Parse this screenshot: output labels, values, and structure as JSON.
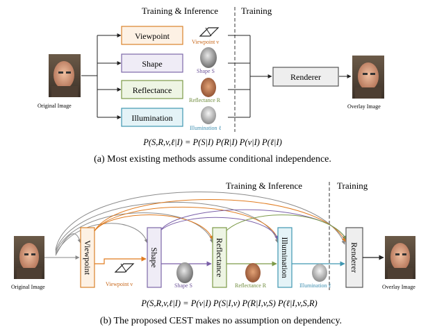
{
  "top": {
    "header_left": "Training & Inference",
    "header_right": "Training",
    "input_label": "Original Image",
    "boxes": [
      {
        "label": "Viewpoint",
        "caption": "Viewpoint v"
      },
      {
        "label": "Shape",
        "caption": "Shape S"
      },
      {
        "label": "Reflectance",
        "caption": "Reflectance R"
      },
      {
        "label": "Illumination",
        "caption": "Illumination ℓ"
      }
    ],
    "renderer": "Renderer",
    "output_label": "Overlay Image",
    "formula": "P(S,R,v,ℓ|I) = P(S|I) P(R|I) P(v|I) P(ℓ|I)",
    "caption": "(a) Most existing methods assume conditional independence."
  },
  "bottom": {
    "header_left": "Training & Inference",
    "header_right": "Training",
    "input_label": "Original Image",
    "boxes": [
      {
        "label": "Viewpoint",
        "caption": "Viewpoint v"
      },
      {
        "label": "Shape",
        "caption": "Shape S"
      },
      {
        "label": "Reflectance",
        "caption": "Reflectance R"
      },
      {
        "label": "Illumination",
        "caption": "Illumination ℓ"
      }
    ],
    "renderer": "Renderer",
    "output_label": "Overlay Image",
    "formula": "P(S,R,v,ℓ|I) = P(v|I) P(S|I,v) P(R|I,v,S) P(ℓ|I,v,S,R)",
    "caption": "(b) The proposed CEST makes no assumption on dependency."
  },
  "colors": {
    "viewpoint_fill": "#fdf1e4",
    "viewpoint_stroke": "#d9822b",
    "viewpoint_text": "#c8671a",
    "shape_fill": "#efecf6",
    "shape_stroke": "#7d68a8",
    "shape_text": "#6e559a",
    "reflectance_fill": "#eef5e4",
    "reflectance_stroke": "#7c9a48",
    "reflectance_text": "#6d8a3a",
    "illumination_fill": "#e4f3f7",
    "illumination_stroke": "#3f96b0",
    "illumination_text": "#3f8fb0",
    "renderer_fill": "#eeeeee",
    "renderer_stroke": "#555555",
    "arc_gray": "#8a8a8a"
  }
}
